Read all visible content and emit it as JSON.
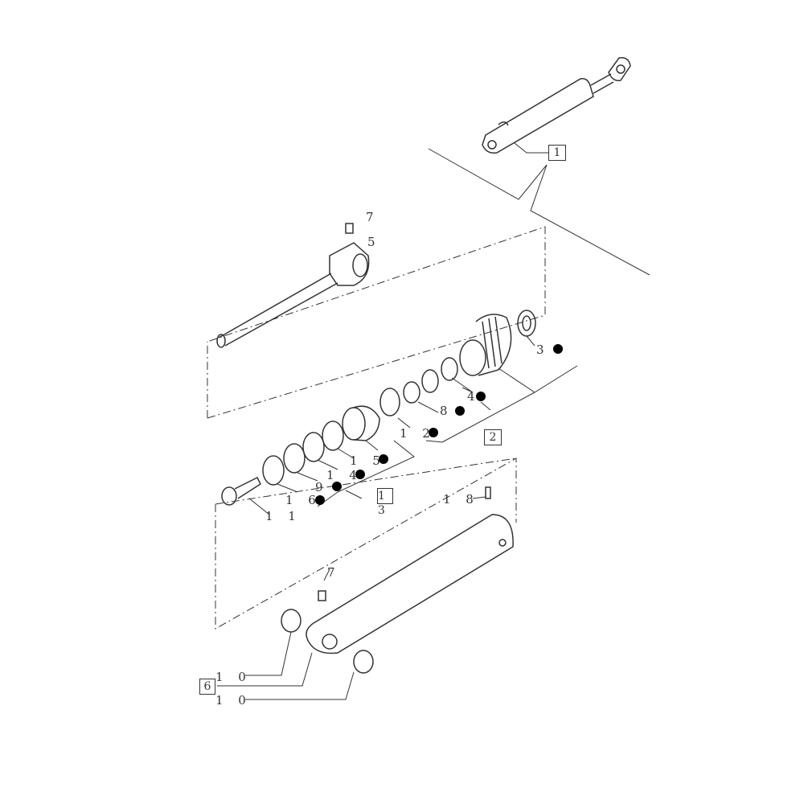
{
  "diagram": {
    "type": "exploded-parts-diagram",
    "subject": "hydraulic cylinder",
    "assembly_callouts": [
      {
        "id": "1",
        "boxed": true
      },
      {
        "id": "2",
        "boxed": true
      },
      {
        "id": "6",
        "boxed": true
      },
      {
        "id": "13",
        "boxed": true
      }
    ],
    "part_labels": {
      "p7a": "7",
      "p5": "5",
      "p3": "3",
      "p4": "4",
      "p8": "8",
      "p12": "1 2",
      "p15": "1 5",
      "p14": "1 4",
      "p9": "9",
      "p16": "1 6",
      "p11": "1 1",
      "p18": "1 8",
      "p7b": "7",
      "p10a": "1 0",
      "p10b": "1 0"
    },
    "boxes": {
      "b1": "1",
      "b2": "2",
      "b13": "1 3",
      "b6": "6"
    },
    "kit_marker": "●",
    "colors": {
      "line": "#333333",
      "dashed": "#555555",
      "dot": "#000000"
    }
  }
}
